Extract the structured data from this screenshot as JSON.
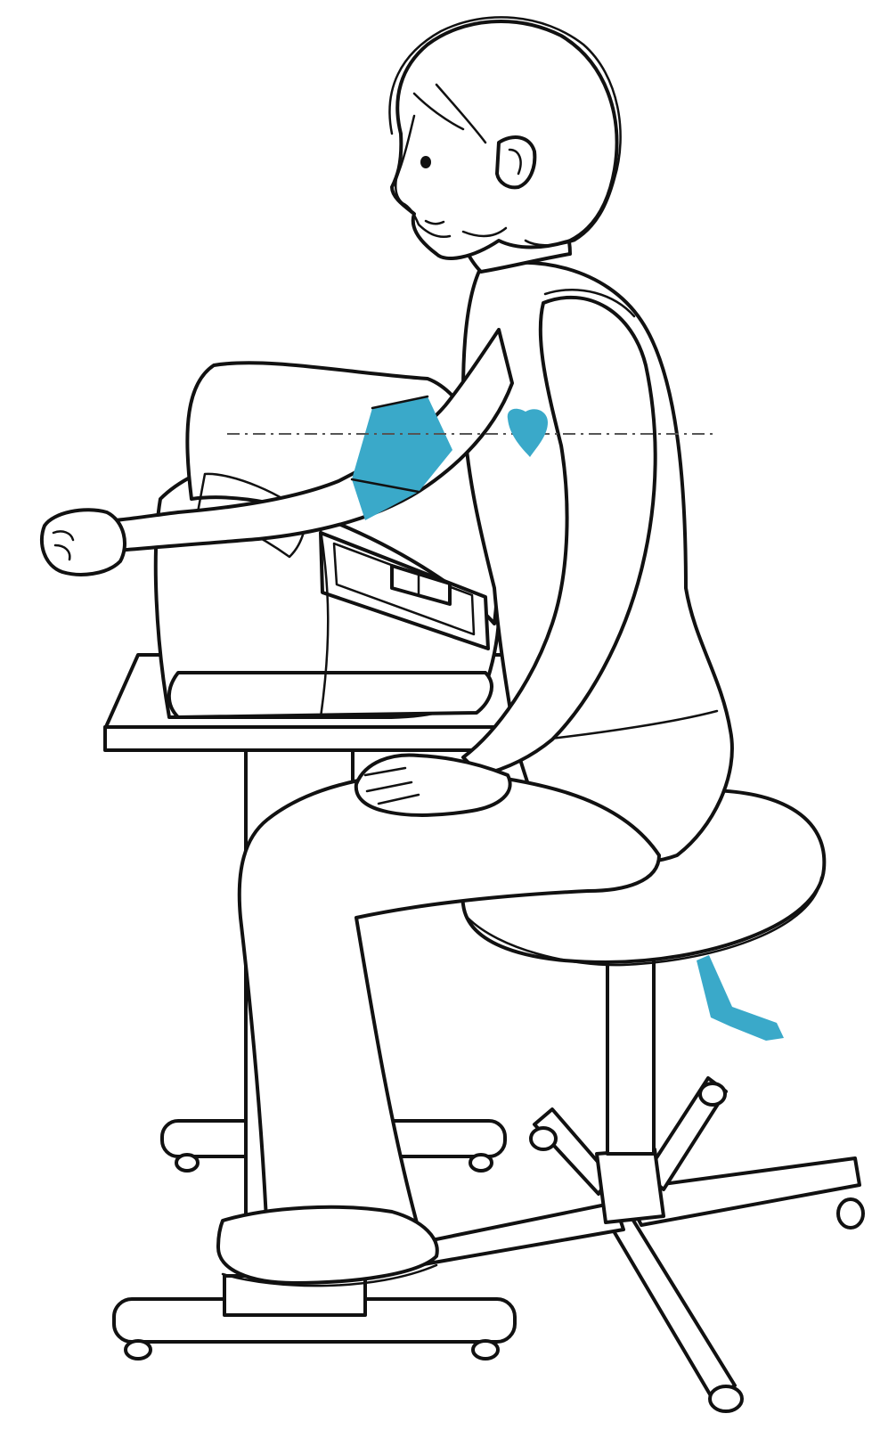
{
  "figure": {
    "colors": {
      "accent": "#3aa9c9",
      "line": "#111111",
      "background": "#ffffff"
    },
    "parts": {
      "person": "seated-person",
      "monitor": "blood-pressure-monitor",
      "cuff": "arm-cuff",
      "heart": "heart-marker",
      "level_line": "heart-level-line",
      "table": "side-table",
      "stool": "stool",
      "lever": "stool-height-lever"
    }
  }
}
